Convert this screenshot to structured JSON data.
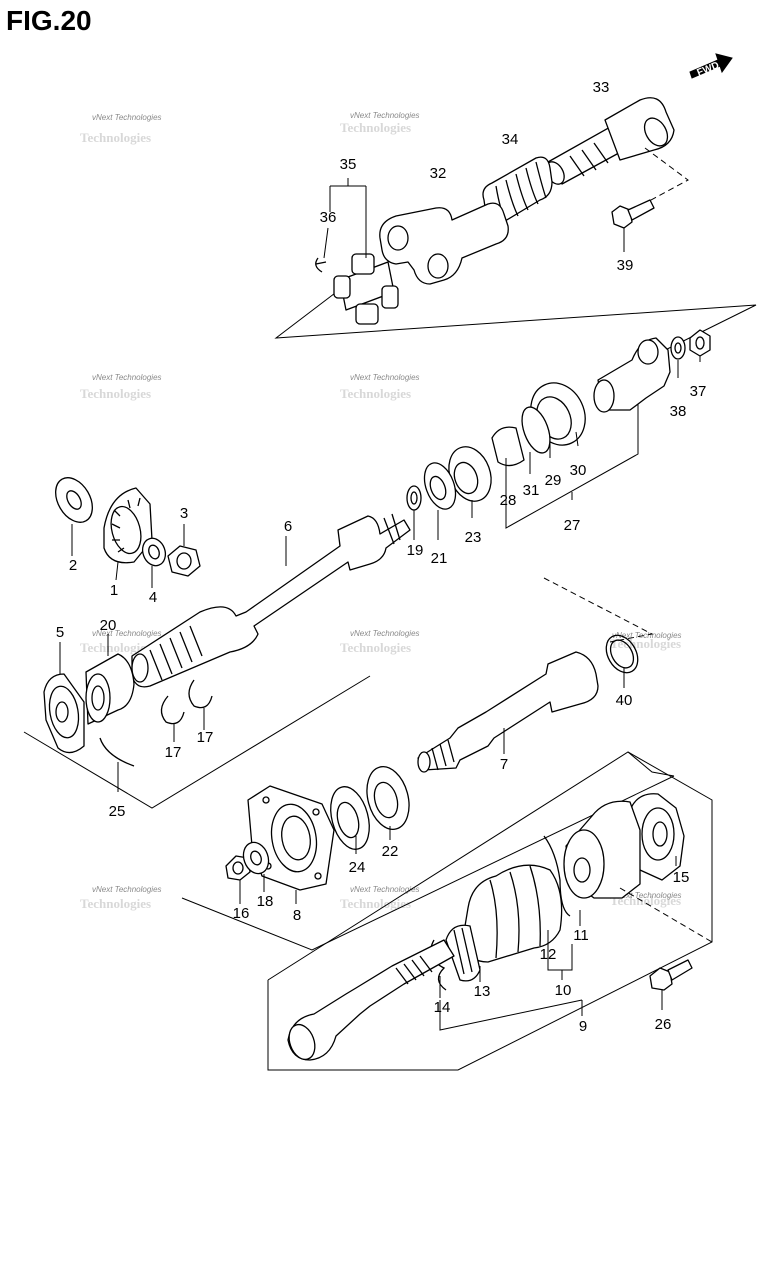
{
  "figure": {
    "title": "FIG.20",
    "fwd_label": "FWD"
  },
  "watermark": {
    "line1": "vNext Technologies",
    "line2": "Technologies"
  },
  "parts": {
    "p1": "1",
    "p2": "2",
    "p3": "3",
    "p4": "4",
    "p5": "5",
    "p6": "6",
    "p7": "7",
    "p8": "8",
    "p9": "9",
    "p10": "10",
    "p11": "11",
    "p12": "12",
    "p13": "13",
    "p14": "14",
    "p15": "15",
    "p16": "16",
    "p17a": "17",
    "p17b": "17",
    "p18": "18",
    "p19": "19",
    "p20": "20",
    "p21": "21",
    "p22": "22",
    "p23": "23",
    "p24": "24",
    "p25": "25",
    "p26": "26",
    "p27": "27",
    "p28": "28",
    "p29": "29",
    "p30": "30",
    "p31": "31",
    "p32": "32",
    "p33": "33",
    "p34": "34",
    "p35": "35",
    "p36": "36",
    "p37": "37",
    "p38": "38",
    "p39": "39",
    "p40": "40"
  }
}
